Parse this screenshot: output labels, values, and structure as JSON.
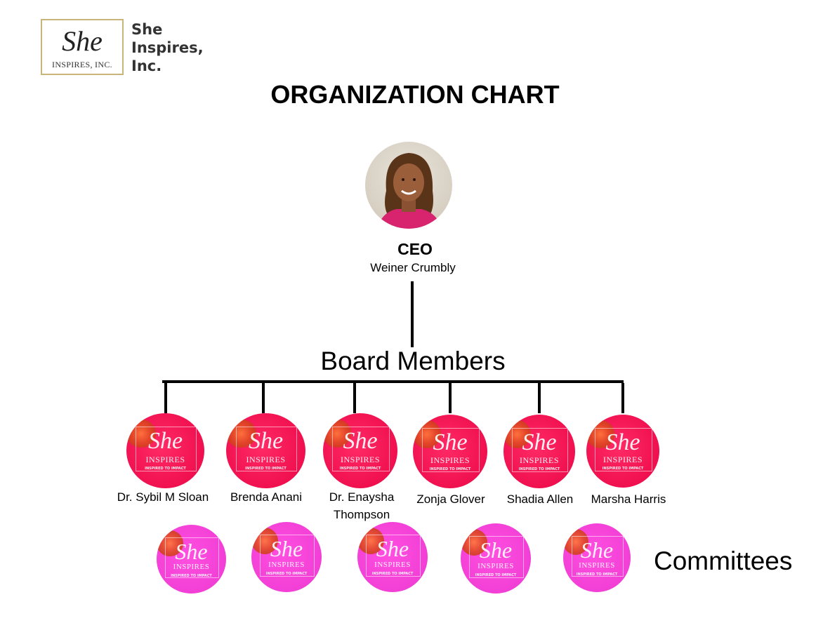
{
  "brand": {
    "logo_script": "She",
    "logo_subtitle": "INSPIRES, INC.",
    "name_line1": "She",
    "name_line2": "Inspires,",
    "name_line3": "Inc."
  },
  "title": "ORGANIZATION CHART",
  "ceo": {
    "role": "CEO",
    "name": "Weiner Crumbly",
    "photo": "ceo-portrait"
  },
  "board_label": "Board Members",
  "badge_text": {
    "script": "She",
    "word": "INSPIRES",
    "tagline": "INSPIRED TO IMPACT"
  },
  "board_members": [
    {
      "name": "Dr. Sybil M Sloan"
    },
    {
      "name": "Brenda Anani"
    },
    {
      "name_line1": "Dr. Enaysha",
      "name_line2": "Thompson"
    },
    {
      "name": "Zonja Glover"
    },
    {
      "name": "Shadia Allen"
    },
    {
      "name": "Marsha Harris"
    }
  ],
  "committees_label": "Committees",
  "colors": {
    "board_badge": "#f0104f",
    "committee_badge": "#f23fd6",
    "logo_border": "#c9b47a",
    "connector": "#000000"
  }
}
